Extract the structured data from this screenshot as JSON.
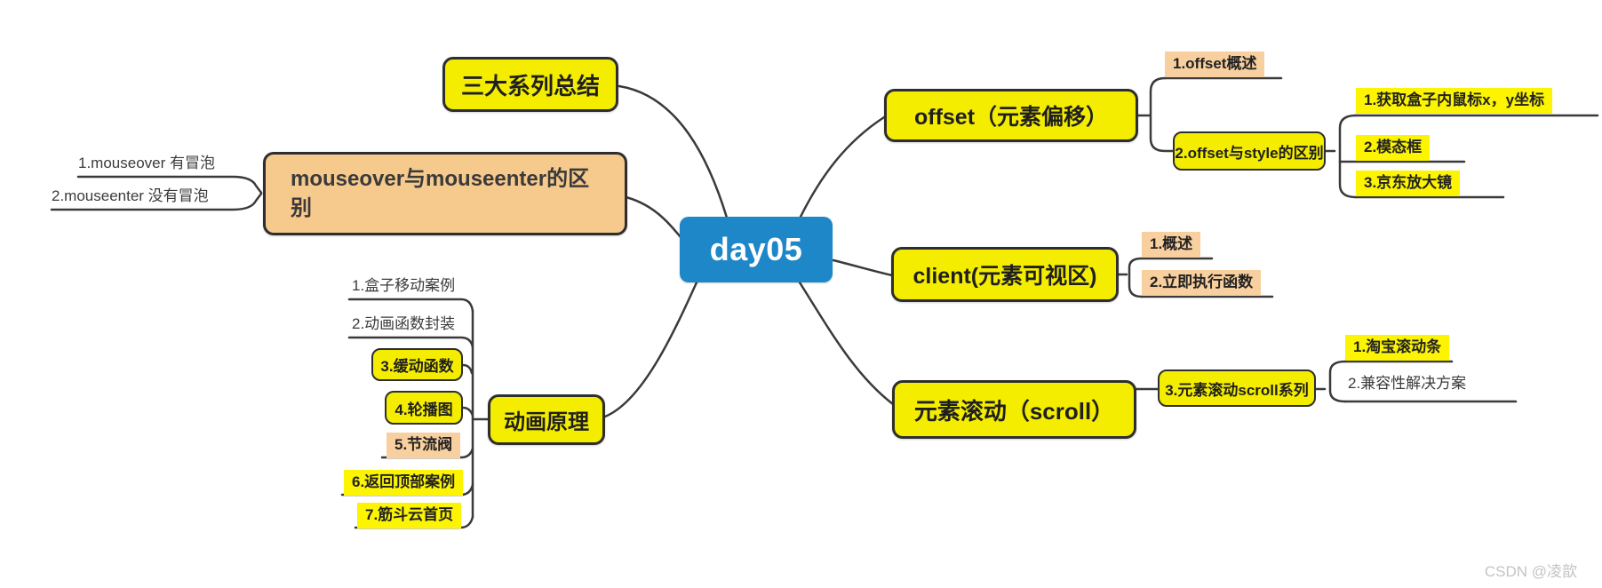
{
  "root": {
    "label": "day05"
  },
  "branches": {
    "summary": {
      "label": "三大系列总结"
    },
    "mouse": {
      "label": "mouseover与mouseenter的区别",
      "children": [
        "1.mouseover 有冒泡",
        "2.mouseenter 没有冒泡"
      ]
    },
    "animation": {
      "label": "动画原理",
      "children": [
        "1.盒子移动案例",
        "2.动画函数封装",
        "3.缓动函数",
        "4.轮播图",
        "5.节流阀",
        "6.返回顶部案例",
        "7.筋斗云首页"
      ]
    },
    "offset": {
      "label": "offset（元素偏移）",
      "overview": "1.offset概述",
      "diff": {
        "label": "2.offset与style的区别",
        "children": [
          "1.获取盒子内鼠标x，y坐标",
          "2.模态框",
          "3.京东放大镜"
        ]
      }
    },
    "client": {
      "label": "client(元素可视区)",
      "children": [
        "1.概述",
        "2.立即执行函数"
      ]
    },
    "scroll": {
      "label": "元素滚动（scroll）",
      "series": {
        "label": "3.元素滚动scroll系列",
        "children": [
          "1.淘宝滚动条",
          "2.兼容性解决方案"
        ]
      }
    }
  },
  "watermark": "CSDN @凌歆",
  "colors": {
    "root_bg": "#1d87c7",
    "node_yellow": "#f4ed00",
    "node_orange": "#f6c98c",
    "highlight_yellow": "#fcf400",
    "highlight_orange": "#f8cf9e",
    "line": "#3a3a3a"
  }
}
